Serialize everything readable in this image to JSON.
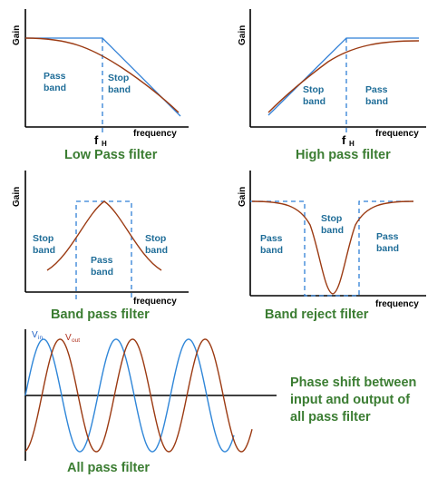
{
  "axis": {
    "gain": "Gain",
    "frequency": "frequency"
  },
  "low_pass": {
    "title": "Low Pass filter",
    "fh_main": "f",
    "fh_sub": "H",
    "pass_1": "Pass",
    "pass_2": "band",
    "stop_1": "Stop",
    "stop_2": "band"
  },
  "high_pass": {
    "title": "High pass filter",
    "fh_main": "f",
    "fh_sub": "H",
    "stop_1": "Stop",
    "stop_2": "band",
    "pass_1": "Pass",
    "pass_2": "band"
  },
  "band_pass": {
    "title": "Band pass filter",
    "stop_left_1": "Stop",
    "stop_left_2": "band",
    "pass_1": "Pass",
    "pass_2": "band",
    "stop_right_1": "Stop",
    "stop_right_2": "band"
  },
  "band_reject": {
    "title": "Band reject filter",
    "pass_left_1": "Pass",
    "pass_left_2": "band",
    "stop_1": "Stop",
    "stop_2": "band",
    "pass_right_1": "Pass",
    "pass_right_2": "band"
  },
  "all_pass": {
    "title": "All pass filter",
    "vin_main": "V",
    "vin_sub": "in",
    "vout_main": "V",
    "vout_sub": "out",
    "caption_1": "Phase shift between",
    "caption_2": "input and output of",
    "caption_3": "all pass filter"
  },
  "colors": {
    "ideal": "#2f7fd6",
    "real": "#9b3a12",
    "label": "#1f6d98",
    "title": "#3b7d32"
  }
}
